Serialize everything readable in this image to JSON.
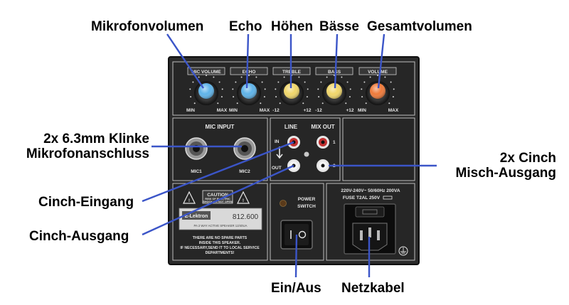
{
  "annotations": {
    "mic_volume": "Mikrofonvolumen",
    "echo": "Echo",
    "treble": "Höhen",
    "bass": "Bässe",
    "master_volume": "Gesamtvolumen",
    "mic_jacks_line1": "2x 6.3mm Klinke",
    "mic_jacks_line2": "Mikrofonanschluss",
    "cinch_mix_line1": "2x Cinch",
    "cinch_mix_line2": "Misch-Ausgang",
    "cinch_in": "Cinch-Eingang",
    "cinch_out": "Cinch-Ausgang",
    "power": "Ein/Aus",
    "mains": "Netzkabel"
  },
  "panel": {
    "knobs": [
      {
        "label": "MIC VOLUME",
        "min": "MIN",
        "max": "MAX",
        "color": "#5fb3e8"
      },
      {
        "label": "ECHO",
        "min": "MIN",
        "max": "MAX",
        "color": "#5fb3e8"
      },
      {
        "label": "TREBLE",
        "min": "-12",
        "max": "+12",
        "color": "#f0d66a"
      },
      {
        "label": "BASS",
        "min": "-12",
        "max": "+12",
        "color": "#f0d66a"
      },
      {
        "label": "VOLUME",
        "min": "MIN",
        "max": "MAX",
        "color": "#ef7a3a"
      }
    ],
    "mic_input": "MIC INPUT",
    "mic1": "MIC1",
    "mic2": "MIC2",
    "line": "LINE",
    "in": "IN",
    "out": "OUT",
    "mix_out": "MIX OUT",
    "mix_1": "1",
    "mix_2": "2",
    "caution": "CAUTION",
    "caution_sub1": "RISK OF ELECTRIC",
    "caution_sub2": "SHOCK DO NOT OPEN",
    "brand": "E-Lektron",
    "model": "812.600",
    "model_sub": "PA 2 WAY ACTIVE SPEAKER 12/40UA",
    "notice1": "THERE ARE NO SPARE PARTS",
    "notice2": "INSIDE THIS SPEAKER.",
    "notice3": "IF NECESSARY,SEND IT TO LOCAL SERVICE",
    "notice4": "DEPARTMENTS!",
    "power_label1": "POWER",
    "power_label2": "SWITCH",
    "voltage": "220V-240V~  50/60Hz 200VA",
    "fuse": "FUSE T2AL  250V"
  },
  "colors": {
    "panel": "#2b2b2b",
    "callout_line": "#3b55c8",
    "mic_knob": "#5fb3e8",
    "tone_knob": "#f0d66a",
    "volume_knob": "#ef7a3a"
  }
}
